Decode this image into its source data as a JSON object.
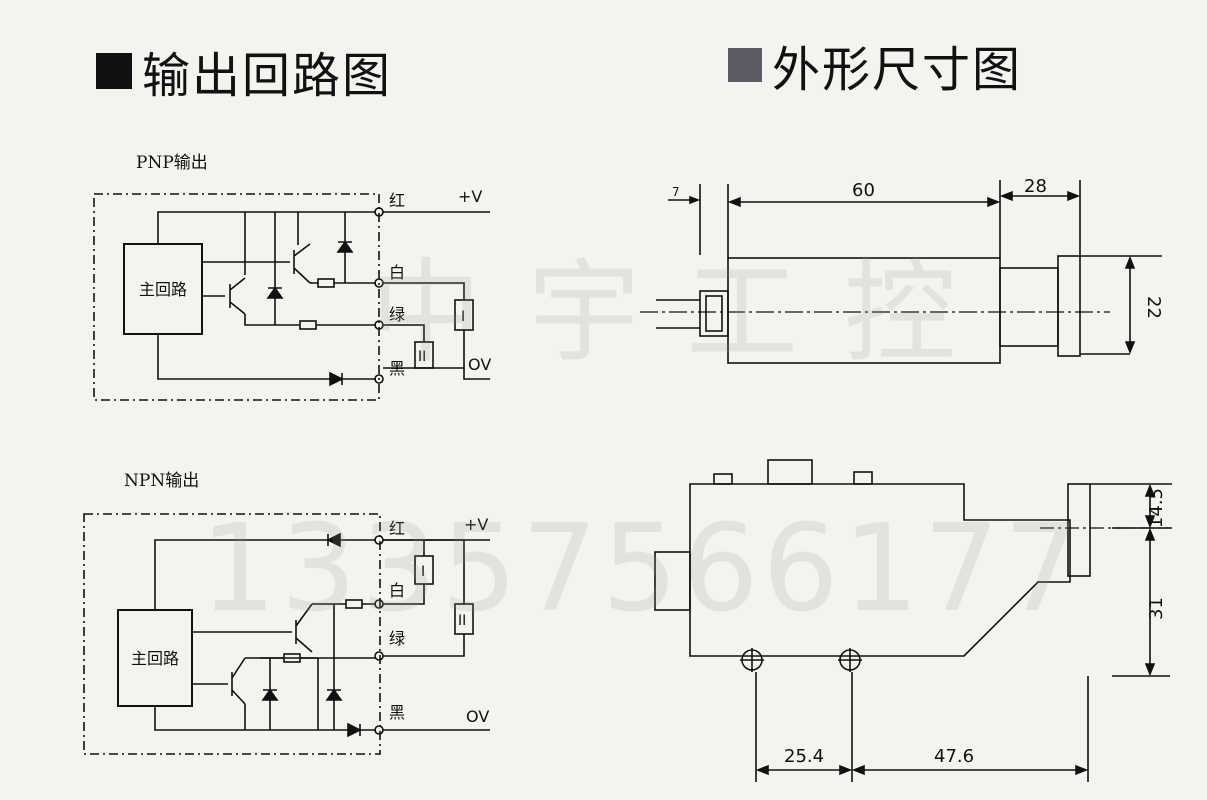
{
  "headings": {
    "output_circuit": "输出回路图",
    "dimensions": "外形尺寸图"
  },
  "pnp": {
    "title": "PNP输出",
    "main_circuit": "主回路",
    "wires": {
      "red": "红",
      "white": "白",
      "green": "绿",
      "black": "黑"
    },
    "supply_pos": "+V",
    "supply_zero": "OV",
    "load_1": "I",
    "load_2": "II"
  },
  "npn": {
    "title": "NPN输出",
    "main_circuit": "主回路",
    "wires": {
      "red": "红",
      "white": "白",
      "green": "绿",
      "black": "黑"
    },
    "supply_pos": "+V",
    "supply_zero": "OV",
    "load_1": "I",
    "load_2": "II"
  },
  "dimensions": {
    "top_view": {
      "offset": "7",
      "body_length": "60",
      "head_length": "28",
      "height": "22"
    },
    "side_view": {
      "upper": "14.5",
      "lower": "31",
      "hole_spacing": "25.4",
      "hole_to_end": "47.6"
    }
  },
  "watermark": {
    "brand": "中宇工控",
    "phone": "13357566177"
  }
}
